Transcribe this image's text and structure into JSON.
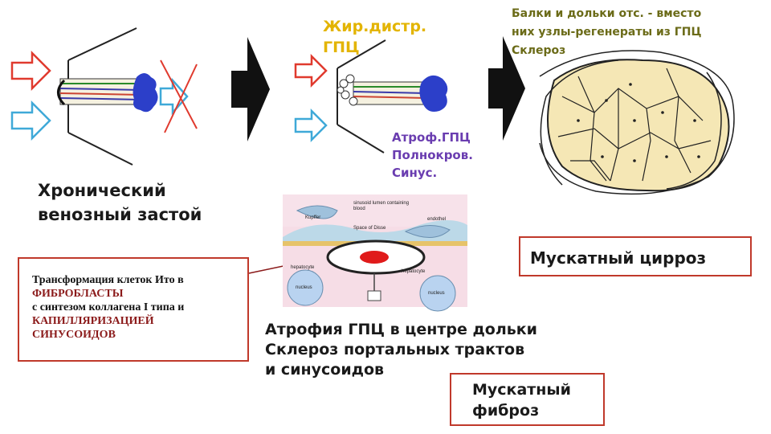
{
  "left_caption": [
    "Хронический",
    "венозный застой"
  ],
  "fat_caption": [
    "Жир.дистр.",
    "ГПЦ"
  ],
  "atrophy_caption": [
    "Атроф.ГПЦ",
    "Полнокров.",
    "Синус."
  ],
  "top_right_caption": [
    "Балки и дольки отс. - вместо",
    "них узлы-регенераты из ГПЦ",
    "Склероз"
  ],
  "cirrhosis_box": "Мускатный цирроз",
  "ito_box": {
    "line1": "Трансформация клеток Ито в",
    "line2": "ФИБРОБЛАСТЫ",
    "line3": "с синтезом коллагена I типа и",
    "line4": "КАПИЛЛЯРИЗАЦИЕЙ",
    "line5": "СИНУСОИДОВ"
  },
  "bottom_caption": [
    "Атрофия ГПЦ в центре дольки",
    "Склероз портальных трактов",
    "и синусоидов"
  ],
  "fibrosis_box": [
    "Мускатный",
    "фиброз"
  ],
  "micro_labels": {
    "sinusoid": "sinusoid lumen containing blood",
    "kupffer": "Kupffer",
    "endothel": "endothel",
    "disse": "Space of Disse",
    "hepatocyte_left": "hepatocyte",
    "hepatocyte_right": "hepatocyte",
    "nucleus_left": "nucleus",
    "nucleus_right": "nucleus"
  },
  "colors": {
    "box_border": "#c0392b",
    "arrow_red": "#e03a2e",
    "arrow_blue": "#3fa9d8",
    "vein": "#2c3fc9",
    "fat_text": "#e3b400",
    "olive_text": "#6b6b18",
    "atrophy_text": "#6a3db0"
  }
}
